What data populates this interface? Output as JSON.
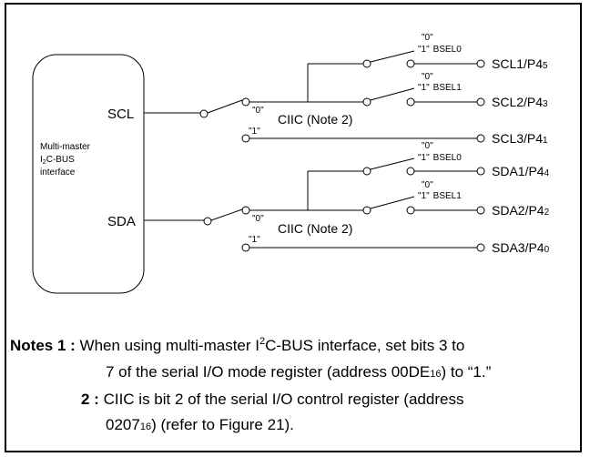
{
  "block": {
    "label_line1": "Multi-master",
    "label_line2_prefix": "I",
    "label_line2_sub": "2",
    "label_line2_rest": "C-BUS",
    "label_line3": "interface"
  },
  "ports": {
    "scl": "SCL",
    "sda": "SDA"
  },
  "switch_labels": {
    "zero": "\"0\"",
    "one": "\"1\"",
    "bsel0": "BSEL0",
    "bsel1": "BSEL1",
    "ciic": "CIIC (Note 2)"
  },
  "pins": [
    {
      "main": "SCL1/P4",
      "sub": "5"
    },
    {
      "main": "SCL2/P4",
      "sub": "3"
    },
    {
      "main": "SCL3/P4",
      "sub": "1"
    },
    {
      "main": "SDA1/P4",
      "sub": "4"
    },
    {
      "main": "SDA2/P4",
      "sub": "2"
    },
    {
      "main": "SDA3/P4",
      "sub": "0"
    }
  ],
  "notes": {
    "heading": "Notes 1 :",
    "note1_a": "When using multi-master I",
    "note1_sup": "2",
    "note1_b": "C-BUS interface, set bits 3 to",
    "note1_c": "7 of the serial I/O mode register (address 00DE",
    "note1_c_sub": "16",
    "note1_d": ") to “1.”",
    "note2_num": "2 :",
    "note2_a": "CIIC is bit 2 of the serial I/O control register (address",
    "note2_b": "0207",
    "note2_b_sub": "16",
    "note2_c": ") (refer to Figure 21)."
  }
}
